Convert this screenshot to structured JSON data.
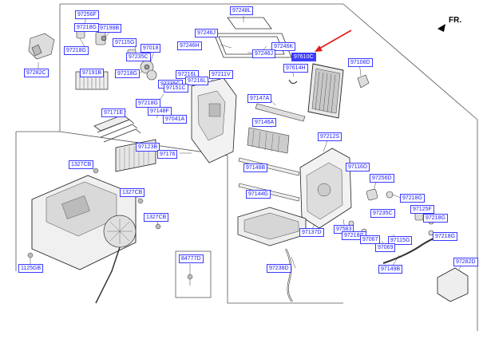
{
  "orientation": {
    "label": "FR."
  },
  "colors": {
    "label_text": "#1a1aff",
    "label_border": "#3a3aff",
    "highlight_fill": "#3b3bff",
    "arrow": "#e11b1b",
    "line": "#333333"
  },
  "parts": [
    {
      "id": "97256F"
    },
    {
      "id": "97218G"
    },
    {
      "id": "97198B"
    },
    {
      "id": "97218G"
    },
    {
      "id": "97115G"
    },
    {
      "id": "97018"
    },
    {
      "id": "97235C"
    },
    {
      "id": "97218G"
    },
    {
      "id": "97191B"
    },
    {
      "id": "97216L"
    },
    {
      "id": "97216L"
    },
    {
      "id": "97235C"
    },
    {
      "id": "97151C"
    },
    {
      "id": "97218G"
    },
    {
      "id": "97148F"
    },
    {
      "id": "97041A"
    },
    {
      "id": "97171E"
    },
    {
      "id": "97123B"
    },
    {
      "id": "97176"
    },
    {
      "id": "97211V"
    },
    {
      "id": "97248L"
    },
    {
      "id": "97246J"
    },
    {
      "id": "97246H"
    },
    {
      "id": "97246K"
    },
    {
      "id": "97246J"
    },
    {
      "id": "97610C",
      "highlighted": true
    },
    {
      "id": "97108D"
    },
    {
      "id": "97614H"
    },
    {
      "id": "97147A"
    },
    {
      "id": "97146A"
    },
    {
      "id": "97212S"
    },
    {
      "id": "97148B"
    },
    {
      "id": "97144G"
    },
    {
      "id": "97116D"
    },
    {
      "id": "97256D"
    },
    {
      "id": "97218G"
    },
    {
      "id": "97235C"
    },
    {
      "id": "97125F"
    },
    {
      "id": "97218G"
    },
    {
      "id": "97137D"
    },
    {
      "id": "97583"
    },
    {
      "id": "97218G"
    },
    {
      "id": "97067"
    },
    {
      "id": "97115G"
    },
    {
      "id": "97069"
    },
    {
      "id": "97218G"
    },
    {
      "id": "97149B"
    },
    {
      "id": "97238D"
    },
    {
      "id": "97282C"
    },
    {
      "id": "97282D"
    },
    {
      "id": "1327CB"
    },
    {
      "id": "1327CB"
    },
    {
      "id": "1327CB"
    },
    {
      "id": "1125GB"
    },
    {
      "id": "84777D"
    }
  ]
}
